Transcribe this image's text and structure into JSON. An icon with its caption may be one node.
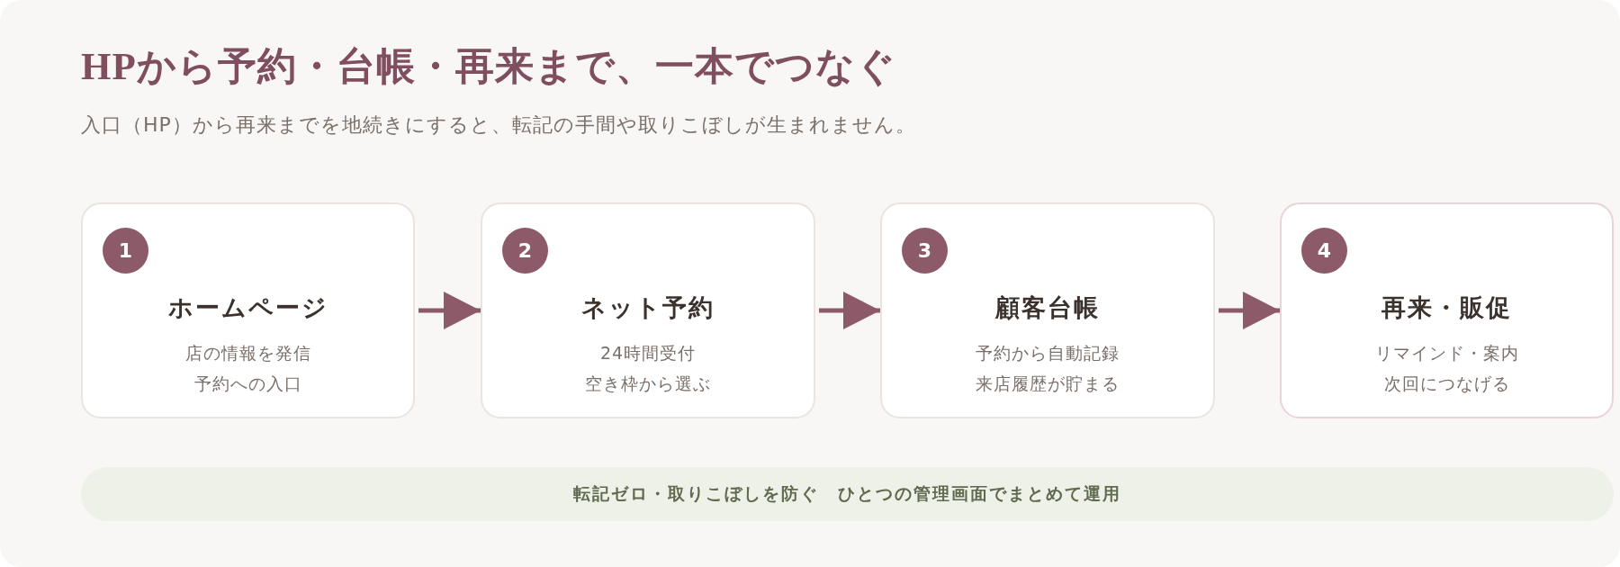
{
  "diagram": {
    "title": "HPから予約・台帳・再来まで、一本でつなぐ",
    "nodes": [
      {
        "text": [
          "ホームページ",
          "店の情報を発信",
          "予約への入口"
        ]
      },
      {
        "text": [
          "1"
        ],
        "in": 0
      },
      {
        "text": [
          "ネット予約",
          "24時間受付",
          "空き枠から選ぶ"
        ]
      },
      {
        "text": [
          "2"
        ],
        "in": 2
      },
      {
        "text": [
          "顧客台帳",
          "予約から自動記録",
          "来店履歴が貯まる"
        ]
      },
      {
        "text": [
          "3"
        ],
        "in": 4
      },
      {
        "text": [
          "再来・販促",
          "リマインド・案内",
          "次回につなげる"
        ]
      },
      {
        "text": [
          "4"
        ],
        "in": 6
      },
      {
        "text": [
          "転記ゼロ・取りこぼしを防ぐ　ひとつの管理画面でまとめて運用"
        ]
      }
    ],
    "edges": [
      {
        "from": 0,
        "to": 2,
        "arrow": "to"
      },
      {
        "from": 2,
        "to": 4,
        "arrow": "to"
      },
      {
        "from": 4,
        "to": 6,
        "arrow": "to"
      }
    ],
    "labels": [
      "入口（HP）から再来までを地続きにすると、転記の手間や取りこぼしが生まれません。"
    ]
  }
}
